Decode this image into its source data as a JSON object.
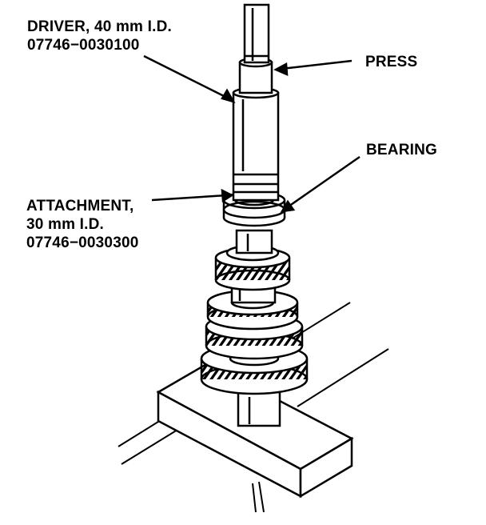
{
  "labels": {
    "driver": {
      "line1": "DRIVER, 40 mm I.D.",
      "line2": "07746−0030100"
    },
    "attachment": {
      "line1": "ATTACHMENT,",
      "line2": "30 mm I.D.",
      "line3": "07746−0030300"
    },
    "press": "PRESS",
    "bearing": "BEARING"
  },
  "colors": {
    "ink": "#000000",
    "paper": "#ffffff"
  }
}
